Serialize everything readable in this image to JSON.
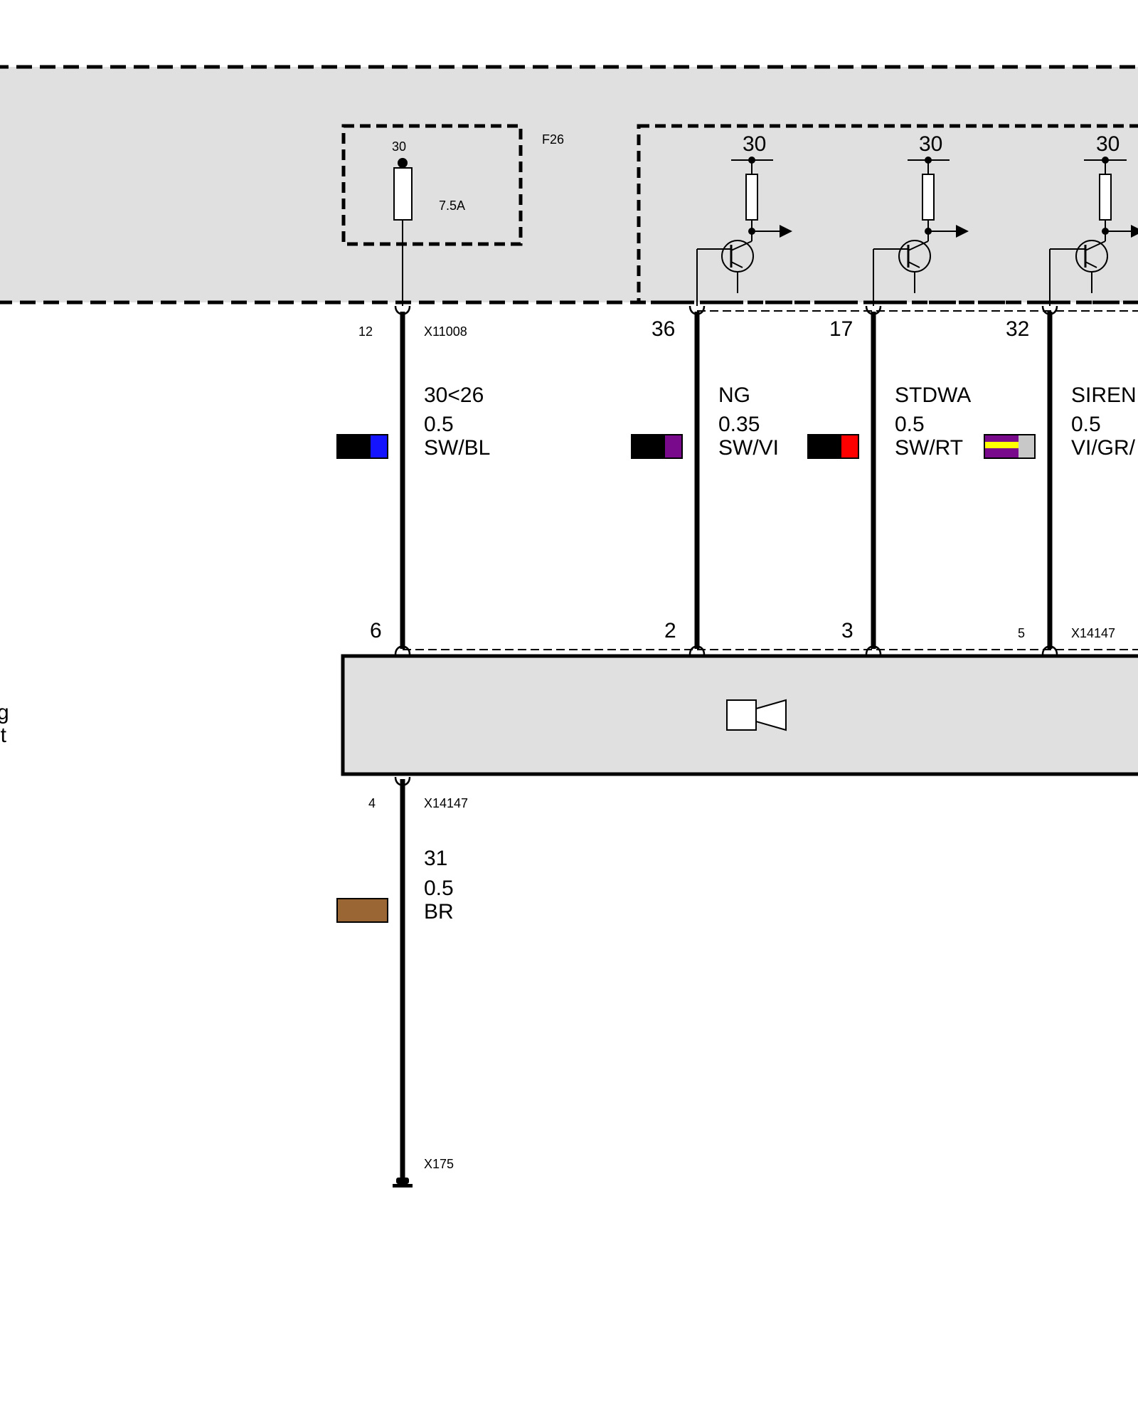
{
  "diagram": {
    "control_unit": {
      "fuse_ref": "F26",
      "fuse_terminal": "30",
      "fuse_rating": "7.5A",
      "transistor_terminals": [
        "30",
        "30",
        "30"
      ]
    },
    "upper_connector": {
      "pin": "12",
      "name": "X11008"
    },
    "wires_upper": [
      {
        "signal": "30<26",
        "gauge": "0.5",
        "color_code": "SW/BL",
        "swatch": [
          "#000000",
          "#1414ff"
        ]
      },
      {
        "pin_top": "36",
        "signal": "NG",
        "gauge": "0.35",
        "color_code": "SW/VI",
        "swatch": [
          "#000000",
          "#7a0a8c"
        ]
      },
      {
        "pin_top": "17",
        "signal": "STDWA",
        "gauge": "0.5",
        "color_code": "SW/RT",
        "swatch": [
          "#000000",
          "#ff0000"
        ]
      },
      {
        "pin_top": "32",
        "signal": "SIREN",
        "gauge": "0.5",
        "color_code": "VI/GR/",
        "swatch": [
          "#7a0a8c",
          "#ffff00",
          "#c8c8c8"
        ]
      }
    ],
    "device_pins": [
      "6",
      "2",
      "3",
      "5"
    ],
    "device_connector": "X14147",
    "device_label_partial": [
      "g",
      "it"
    ],
    "ground_wire": {
      "pin": "4",
      "connector": "X14147",
      "signal": "31",
      "gauge": "0.5",
      "color_code": "BR",
      "swatch": "#9a6633",
      "ground_point": "X175"
    }
  }
}
